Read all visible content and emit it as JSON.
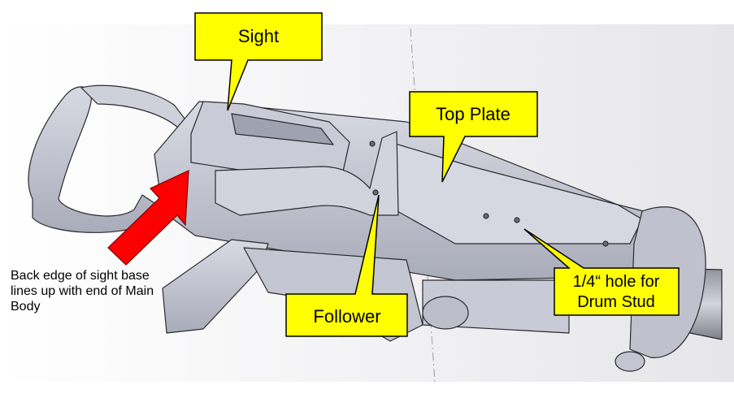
{
  "colors": {
    "callout_fill": "#ffff00",
    "callout_border": "#000000",
    "arrow_fill": "#ff0000",
    "model_fill": "#c7c9d4",
    "model_edge": "#2a2a30",
    "background": "#ffffff"
  },
  "callouts": {
    "sight": "Sight",
    "top_plate": "Top Plate",
    "follower": "Follower",
    "hole_line1": "1/4“ hole for",
    "hole_line2": "Drum Stud"
  },
  "note": {
    "text": "Back edge of sight base lines up with end of Main Body"
  }
}
